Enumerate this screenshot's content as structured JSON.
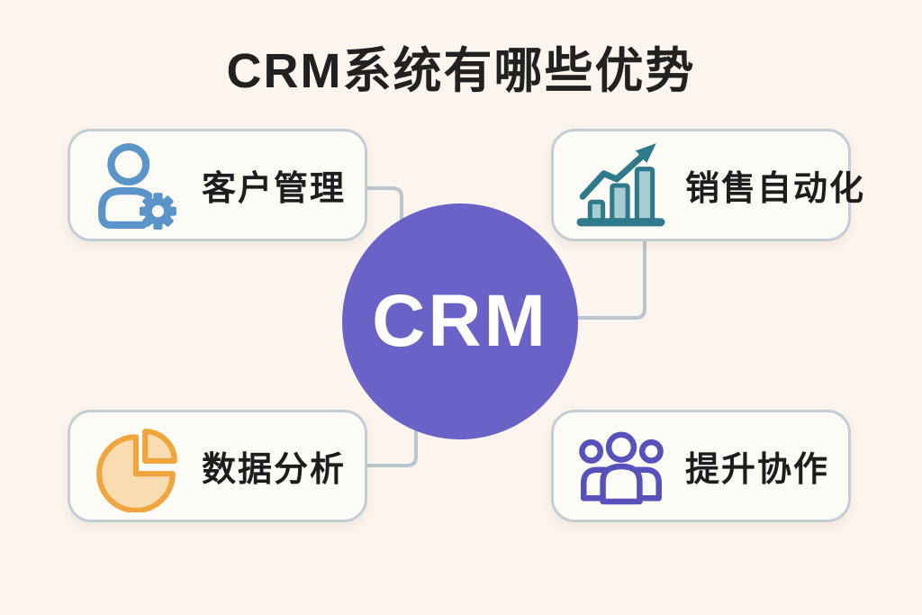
{
  "title": "CRM系统有哪些优势",
  "center": {
    "label": "CRM"
  },
  "cards": [
    {
      "label": "客户管理",
      "icon": "user-gear-icon",
      "position": "top-left"
    },
    {
      "label": "销售自动化",
      "icon": "chart-growth-icon",
      "position": "top-right"
    },
    {
      "label": "数据分析",
      "icon": "pie-chart-icon",
      "position": "bottom-left"
    },
    {
      "label": "提升协作",
      "icon": "people-group-icon",
      "position": "bottom-right"
    }
  ],
  "colors": {
    "background": "#fcf5ed",
    "card_background": "#fdfbf6",
    "card_border": "#c3cdd6",
    "connector": "#b9c5cf",
    "center_circle": "#6a62c7",
    "center_text": "#ffffff",
    "title_text": "#212121",
    "label_text": "#1d1d1d",
    "icon_blue": "#5b94c8",
    "icon_teal": "#2f7a8a",
    "icon_teal_fill": "#a7cdd3",
    "icon_orange": "#f0a43e",
    "icon_orange_fill": "#f9ddb0",
    "icon_purple": "#5651bb"
  }
}
